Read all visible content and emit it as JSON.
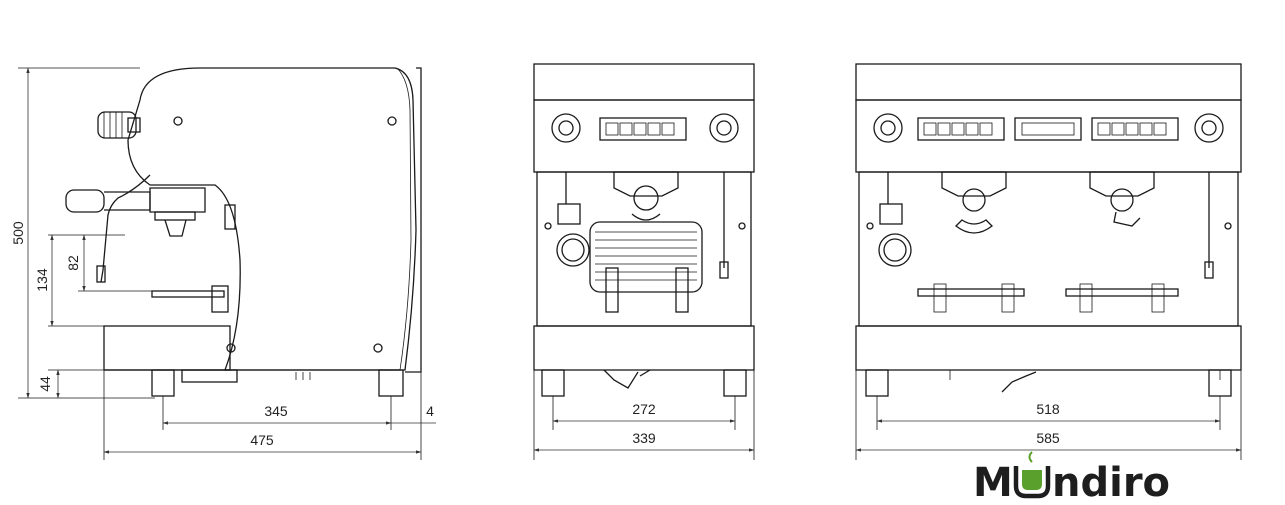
{
  "side_view": {
    "height_total": "500",
    "height_134": "134",
    "height_82": "82",
    "height_44": "44",
    "width_345": "345",
    "width_475": "475",
    "width_4": "4"
  },
  "front_view_1group": {
    "width_inner": "272",
    "width_total": "339"
  },
  "front_view_2group": {
    "width_inner": "518",
    "width_total": "585"
  },
  "logo": {
    "prefix": "M",
    "suffix": "ndiro",
    "cup_color": "#5aa02c",
    "text_color": "#1e1e1e"
  }
}
